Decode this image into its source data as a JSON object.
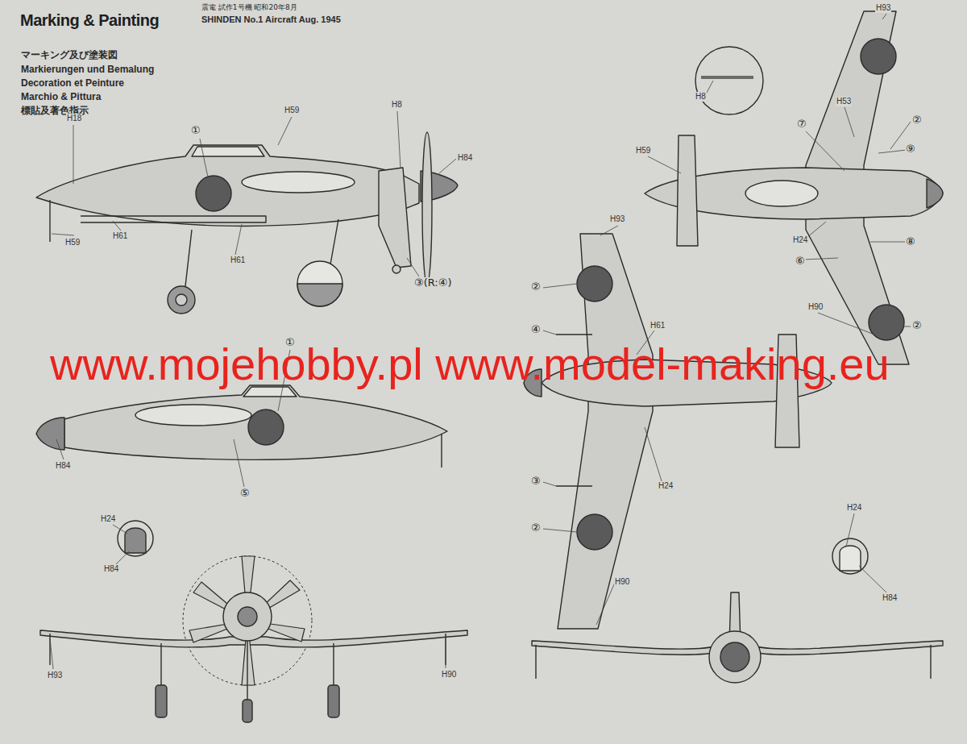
{
  "diagram": {
    "title": "Marking & Painting",
    "labels": [
      "マーキング及び塗装図",
      "Markierungen und Bemalung",
      "Decoration et Peinture",
      "Marchio & Pittura",
      "標貼及著色指示",
      "震電 試作1号機 昭和20年8月",
      "SHINDEN No.1 Aircraft Aug. 1945",
      "①",
      "H59",
      "H18",
      "H8",
      "H84",
      "H59",
      "H61",
      "H61",
      "③(R:④)",
      "①",
      "H84",
      "⑤",
      "H24",
      "H84",
      "H93",
      "H90",
      "H24",
      "H84",
      "H93",
      "H8",
      "H53",
      "②",
      "⑦",
      "⑨",
      "H59",
      "H24",
      "⑧",
      "⑥",
      "H90",
      "②",
      "H93",
      "②",
      "④",
      "H61",
      "③",
      "H24",
      "②",
      "H90",
      "www.mojehobby.pl www.model-making.eu"
    ]
  }
}
